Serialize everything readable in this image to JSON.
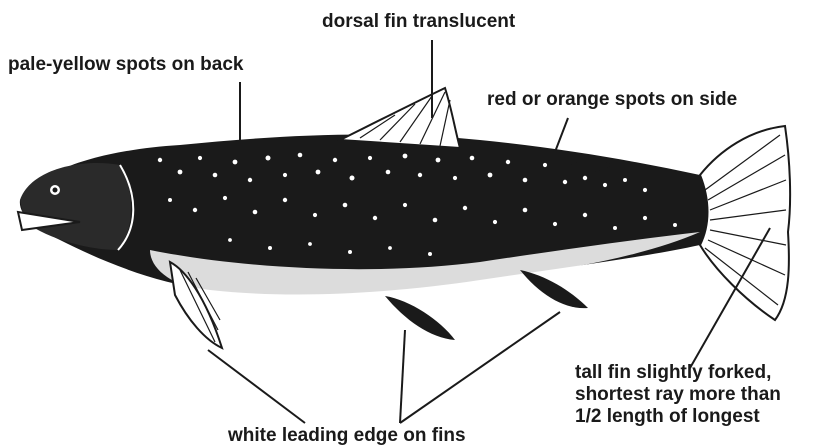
{
  "labels": {
    "dorsal_fin": "dorsal fin translucent",
    "back_spots": "pale-yellow spots on back",
    "side_spots": "red or orange spots on side",
    "leading_edge": "white leading edge on fins",
    "tail_line1": "tall fin slightly forked,",
    "tail_line2": "shortest ray more than",
    "tail_line3": "1/2 length of longest"
  },
  "colors": {
    "ink": "#1a1a1a",
    "background": "#ffffff",
    "spots": "#ffffff"
  }
}
